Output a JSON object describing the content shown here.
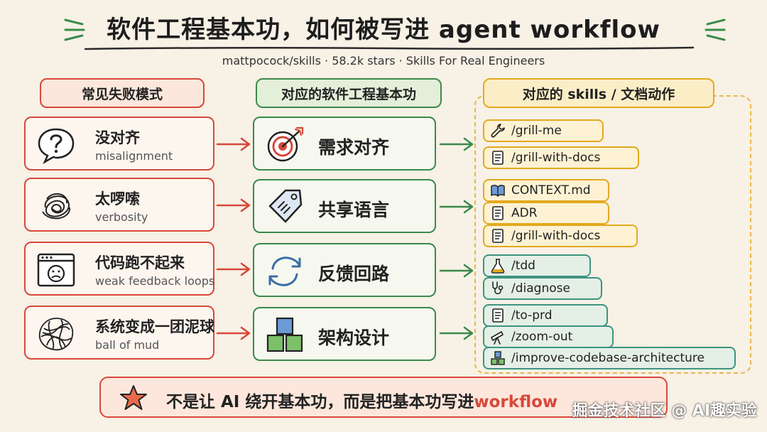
{
  "title": "软件工程基本功，如何被写进 agent workflow",
  "subtitle": "mattpocock/skills · 58.2k stars · Skills For Real Engineers",
  "columns": {
    "failures": "常见失败模式",
    "fundamentals": "对应的软件工程基本功",
    "skills": "对应的 skills / 文档动作"
  },
  "failures": [
    {
      "zh": "没对齐",
      "en": "misalignment",
      "icon": "question-bubble-icon"
    },
    {
      "zh": "太啰嗦",
      "en": "verbosity",
      "icon": "scribble-icon"
    },
    {
      "zh": "代码跑不起来",
      "en": "weak feedback loops",
      "icon": "sad-window-icon"
    },
    {
      "zh": "系统变成一团泥球",
      "en": "ball of mud",
      "icon": "mud-ball-icon"
    }
  ],
  "fundamentals": [
    {
      "zh": "需求对齐",
      "icon": "target-icon"
    },
    {
      "zh": "共享语言",
      "icon": "tag-icon"
    },
    {
      "zh": "反馈回路",
      "icon": "refresh-icon"
    },
    {
      "zh": "架构设计",
      "icon": "blocks-icon"
    }
  ],
  "skills": [
    {
      "label": "/grill-me",
      "icon": "wrench-icon"
    },
    {
      "label": "/grill-with-docs",
      "icon": "document-icon"
    },
    {
      "label": "CONTEXT.md",
      "icon": "book-icon"
    },
    {
      "label": "ADR",
      "icon": "document-icon"
    },
    {
      "label": "/grill-with-docs",
      "icon": "document-icon"
    },
    {
      "label": "/tdd",
      "icon": "flask-icon"
    },
    {
      "label": "/diagnose",
      "icon": "stethoscope-icon"
    },
    {
      "label": "/to-prd",
      "icon": "document-icon"
    },
    {
      "label": "/zoom-out",
      "icon": "telescope-icon"
    },
    {
      "label": "/improve-codebase-architecture",
      "icon": "blocks-icon"
    }
  ],
  "footer": {
    "text": "不是让 AI 绕开基本功，而是把基本功写进",
    "highlight": "workflow",
    "icon": "star-icon"
  },
  "watermark": "掘金技术社区 @ AI趣实验",
  "colors": {
    "background": "#f7f1e6",
    "failure": "#d8483a",
    "fundamental": "#3a8a4a",
    "skill_yellow": "#e3a91e",
    "skill_teal": "#3c9480"
  }
}
